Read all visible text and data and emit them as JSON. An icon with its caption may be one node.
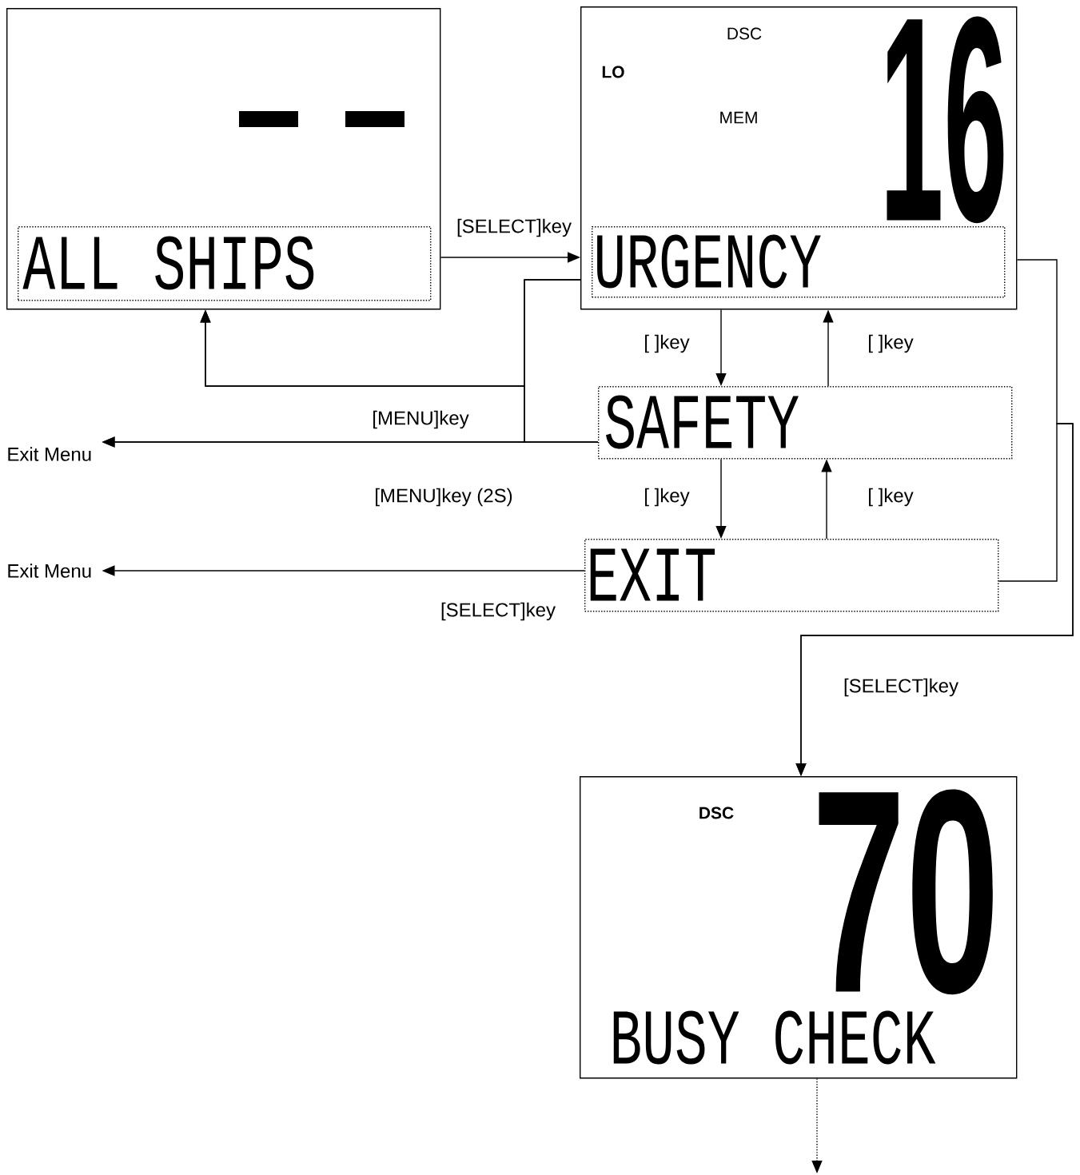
{
  "diagram": {
    "nodes": [
      {
        "text": [],
        "shape": "box"
      },
      {
        "text": [
          "ALL SHIPS"
        ],
        "in": 0
      },
      {
        "text": [
          "DSC",
          "LO",
          "MEM",
          "16"
        ]
      },
      {
        "text": [
          "URGENCY"
        ],
        "in": 2
      },
      {
        "text": [
          "SAFETY"
        ]
      },
      {
        "text": [
          "EXIT"
        ]
      },
      {
        "text": [
          "DSC",
          "70",
          "BUSY CHECK"
        ]
      },
      {
        "text": [
          "Exit Menu"
        ]
      },
      {
        "text": [
          "Exit Menu"
        ]
      }
    ],
    "edges": [
      {
        "from": 0,
        "to": 2,
        "arrow": "to",
        "label": "[SELECT]key"
      },
      {
        "from": 2,
        "to": 0,
        "arrow": "to"
      },
      {
        "from": 2,
        "to": 7,
        "arrow": "to",
        "label": "[MENU]key"
      },
      {
        "from": 4,
        "to": 0,
        "arrow": "to"
      },
      {
        "from": 4,
        "to": 7,
        "arrow": "to"
      },
      {
        "from": 2,
        "to": 4,
        "arrow": "to",
        "label": "[   ]key"
      },
      {
        "from": 4,
        "to": 2,
        "arrow": "to",
        "label": "[   ]key"
      },
      {
        "from": 4,
        "to": 5,
        "arrow": "to",
        "label": "[   ]key"
      },
      {
        "from": 5,
        "to": 4,
        "arrow": "to",
        "label": "[   ]key"
      },
      {
        "from": 5,
        "to": 8,
        "arrow": "to",
        "label": "[SELECT]key"
      },
      {
        "from": 2,
        "to": 6,
        "arrow": "to",
        "label": "[SELECT]key"
      },
      {
        "from": 5,
        "to": 6,
        "arrow": "to"
      },
      {
        "from": 6,
        "to": null,
        "arrow": "to",
        "style": "dashed"
      }
    ],
    "labels": [
      "[MENU]key (2S)"
    ]
  }
}
